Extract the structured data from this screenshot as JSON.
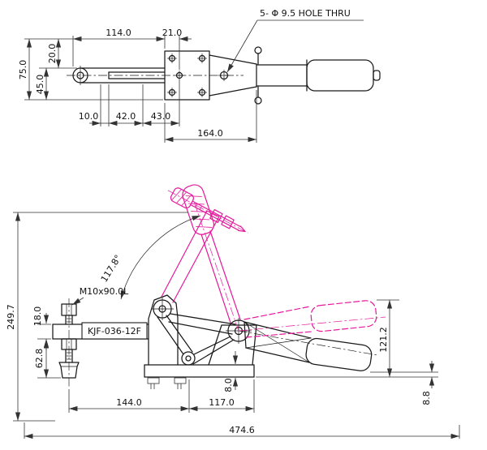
{
  "drawing": {
    "background": "#ffffff",
    "colors": {
      "line": "#1a1a1a",
      "dim": "#333333",
      "phantom": "#e5189b"
    },
    "hole_note": "5- Φ 9.5  HOLE THRU",
    "top_view": {
      "d114": "114.0",
      "d21": "21.0",
      "d20": "20.0",
      "d45": "45.0",
      "d75": "75.0",
      "d10": "10.0",
      "d42": "42.0",
      "d43": "43.0",
      "d164": "164.0"
    },
    "side_view": {
      "angle": "117.8°",
      "thread_label": "M10x90.0L",
      "model": "KJF-036-12F",
      "d249": "249.7",
      "d18": "18.0",
      "d62": "62.8",
      "d144": "144.0",
      "d117": "117.0",
      "d8": "8.0",
      "d88": "8.8",
      "d121": "121.2",
      "d474": "474.6"
    }
  }
}
